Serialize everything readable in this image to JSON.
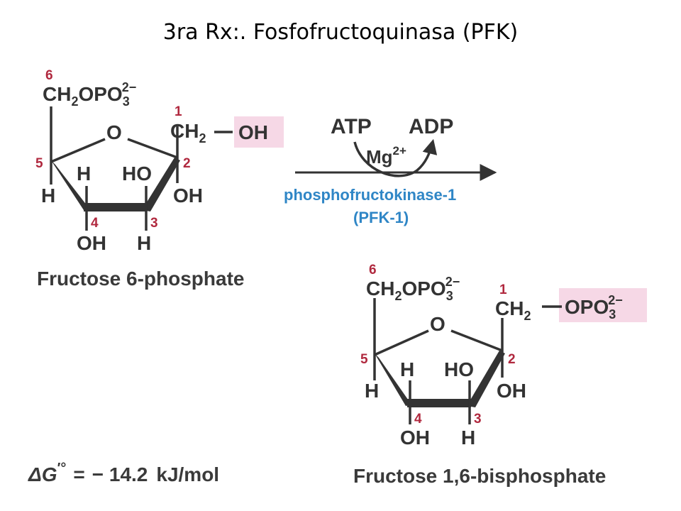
{
  "title": "3ra Rx:. Fosfofructoquinasa (PFK)",
  "colors": {
    "atom_text": "#333333",
    "carbon_number": "#b0283e",
    "enzyme_text": "#2f86c6",
    "highlight": "#f6d8e6"
  },
  "reactant": {
    "name": "Fructose 6-phosphate",
    "c6_group": {
      "main": "CH",
      "sub2": "2",
      "main2": "OPO",
      "sub3": "3",
      "sup": "2−"
    },
    "ring_o": "O",
    "c1_group": {
      "main": "CH",
      "sub2": "2"
    },
    "c1_substituent": "OH",
    "h_c5": "H",
    "h_c4_up": "H",
    "ho_c3": "HO",
    "oh_c2": "OH",
    "oh_c4": "OH",
    "h_c3_down": "H",
    "numbers": {
      "c6": "6",
      "c1": "1",
      "c5": "5",
      "c2": "2",
      "c4": "4",
      "c3": "3"
    }
  },
  "product": {
    "name": "Fructose 1,6-bisphosphate",
    "c6_group": {
      "main": "CH",
      "sub2": "2",
      "main2": "OPO",
      "sub3": "3",
      "sup": "2−"
    },
    "ring_o": "O",
    "c1_group": {
      "main": "CH",
      "sub2": "2"
    },
    "c1_substituent": {
      "main": "OPO",
      "sub3": "3",
      "sup": "2−"
    },
    "h_c5": "H",
    "h_c4_up": "H",
    "ho_c3": "HO",
    "oh_c2": "OH",
    "oh_c4": "OH",
    "h_c3_down": "H",
    "numbers": {
      "c6": "6",
      "c1": "1",
      "c5": "5",
      "c2": "2",
      "c4": "4",
      "c3": "3"
    }
  },
  "reaction": {
    "cosubstrate_in": "ATP",
    "cosubstrate_out": "ADP",
    "cofactor": "Mg",
    "cofactor_charge": "2+",
    "enzyme_line1": "phosphofructokinase-1",
    "enzyme_line2": "(PFK-1)"
  },
  "energy": {
    "symbol": "ΔG",
    "superscript": "′°",
    "equals": "=",
    "value": "− 14.2",
    "unit": "kJ/mol"
  }
}
